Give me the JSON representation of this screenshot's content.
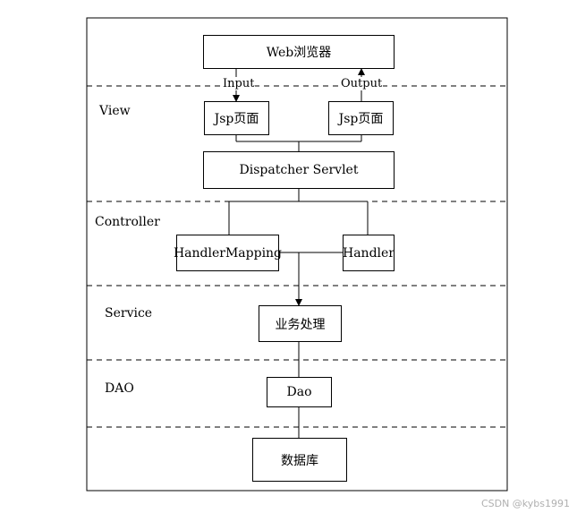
{
  "layers": {
    "view": "View",
    "controller": "Controller",
    "service": "Service",
    "dao": "DAO"
  },
  "boxes": {
    "browser": "Web浏览器",
    "jsp_left": "Jsp页面",
    "jsp_right": "Jsp页面",
    "dispatcher": "Dispatcher Servlet",
    "handler_mapping": "HandlerMapping",
    "handler": "Handler",
    "business": "业务处理",
    "dao": "Dao",
    "database": "数据库"
  },
  "flow": {
    "input": "Input",
    "output": "Output"
  },
  "watermark": "CSDN @kybs1991"
}
